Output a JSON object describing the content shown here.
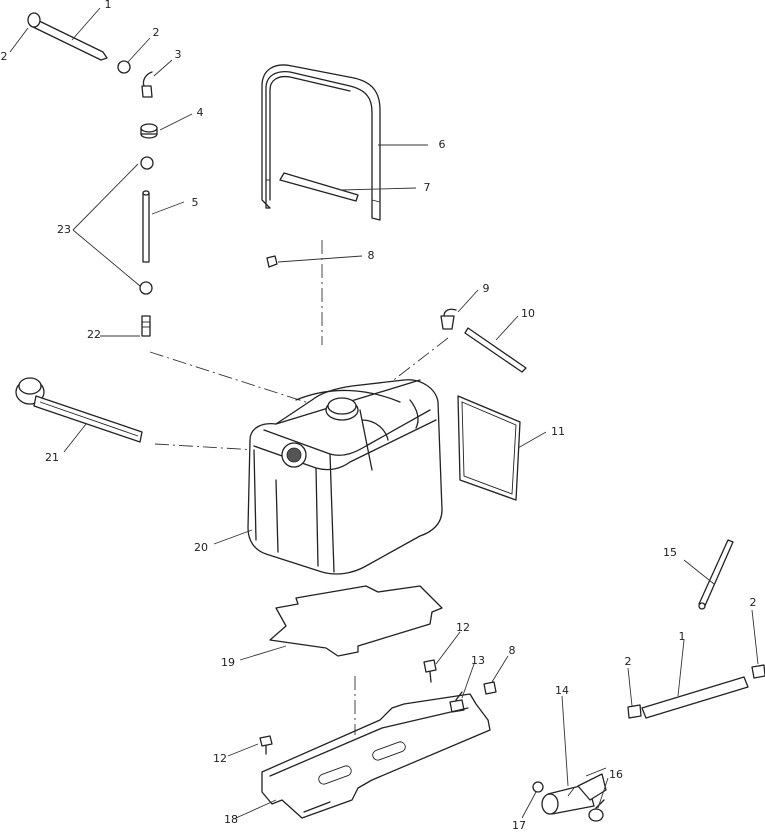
{
  "callouts": [
    {
      "id": "c1a",
      "label": "1"
    },
    {
      "id": "c2a",
      "label": "2"
    },
    {
      "id": "c2b",
      "label": "2"
    },
    {
      "id": "c3",
      "label": "3"
    },
    {
      "id": "c4",
      "label": "4"
    },
    {
      "id": "c5",
      "label": "5"
    },
    {
      "id": "c6",
      "label": "6"
    },
    {
      "id": "c7",
      "label": "7"
    },
    {
      "id": "c8a",
      "label": "8"
    },
    {
      "id": "c9",
      "label": "9"
    },
    {
      "id": "c10",
      "label": "10"
    },
    {
      "id": "c11",
      "label": "11"
    },
    {
      "id": "c12a",
      "label": "12"
    },
    {
      "id": "c12b",
      "label": "12"
    },
    {
      "id": "c13",
      "label": "13"
    },
    {
      "id": "c8b",
      "label": "8"
    },
    {
      "id": "c14",
      "label": "14"
    },
    {
      "id": "c15",
      "label": "15"
    },
    {
      "id": "c1b",
      "label": "1"
    },
    {
      "id": "c2c",
      "label": "2"
    },
    {
      "id": "c2d",
      "label": "2"
    },
    {
      "id": "c16",
      "label": "16"
    },
    {
      "id": "c17",
      "label": "17"
    },
    {
      "id": "c18",
      "label": "18"
    },
    {
      "id": "c19",
      "label": "19"
    },
    {
      "id": "c20",
      "label": "20"
    },
    {
      "id": "c21",
      "label": "21"
    },
    {
      "id": "c22",
      "label": "22"
    },
    {
      "id": "c23",
      "label": "23"
    }
  ]
}
